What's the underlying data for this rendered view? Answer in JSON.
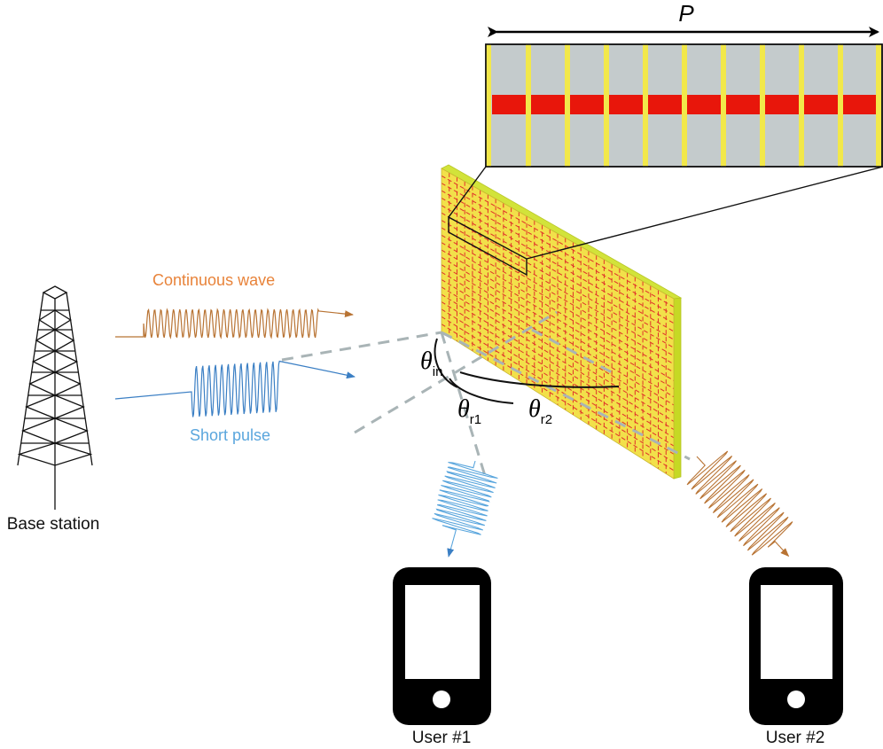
{
  "labels": {
    "base_station": "Base station",
    "continuous_wave": "Continuous wave",
    "short_pulse": "Short pulse",
    "period": "P",
    "user1": "User #1",
    "user2": "User #2"
  },
  "angles": [
    {
      "symbol": "θ",
      "subscript": "in"
    },
    {
      "symbol": "θ",
      "subscript": "r1"
    },
    {
      "symbol": "θ",
      "subscript": "r2"
    }
  ],
  "colors": {
    "continuous_wave": "#b87333",
    "continuous_wave_label": "#e8833a",
    "short_pulse": "#3b7fc4",
    "short_pulse_label": "#5aa6dd",
    "metasurface_face": "#f2e04a",
    "metasurface_edge": "#c8dc2a",
    "metasurface_grid": "#e0312a",
    "unit_cell_bg": "#c4cbcc",
    "unit_cell_strip": "#f2e84a",
    "unit_cell_bar": "#e8160b",
    "ray": "#a9b4b6"
  },
  "icons": {
    "tower": "transmission-tower-icon",
    "phone": "smartphone-icon"
  }
}
